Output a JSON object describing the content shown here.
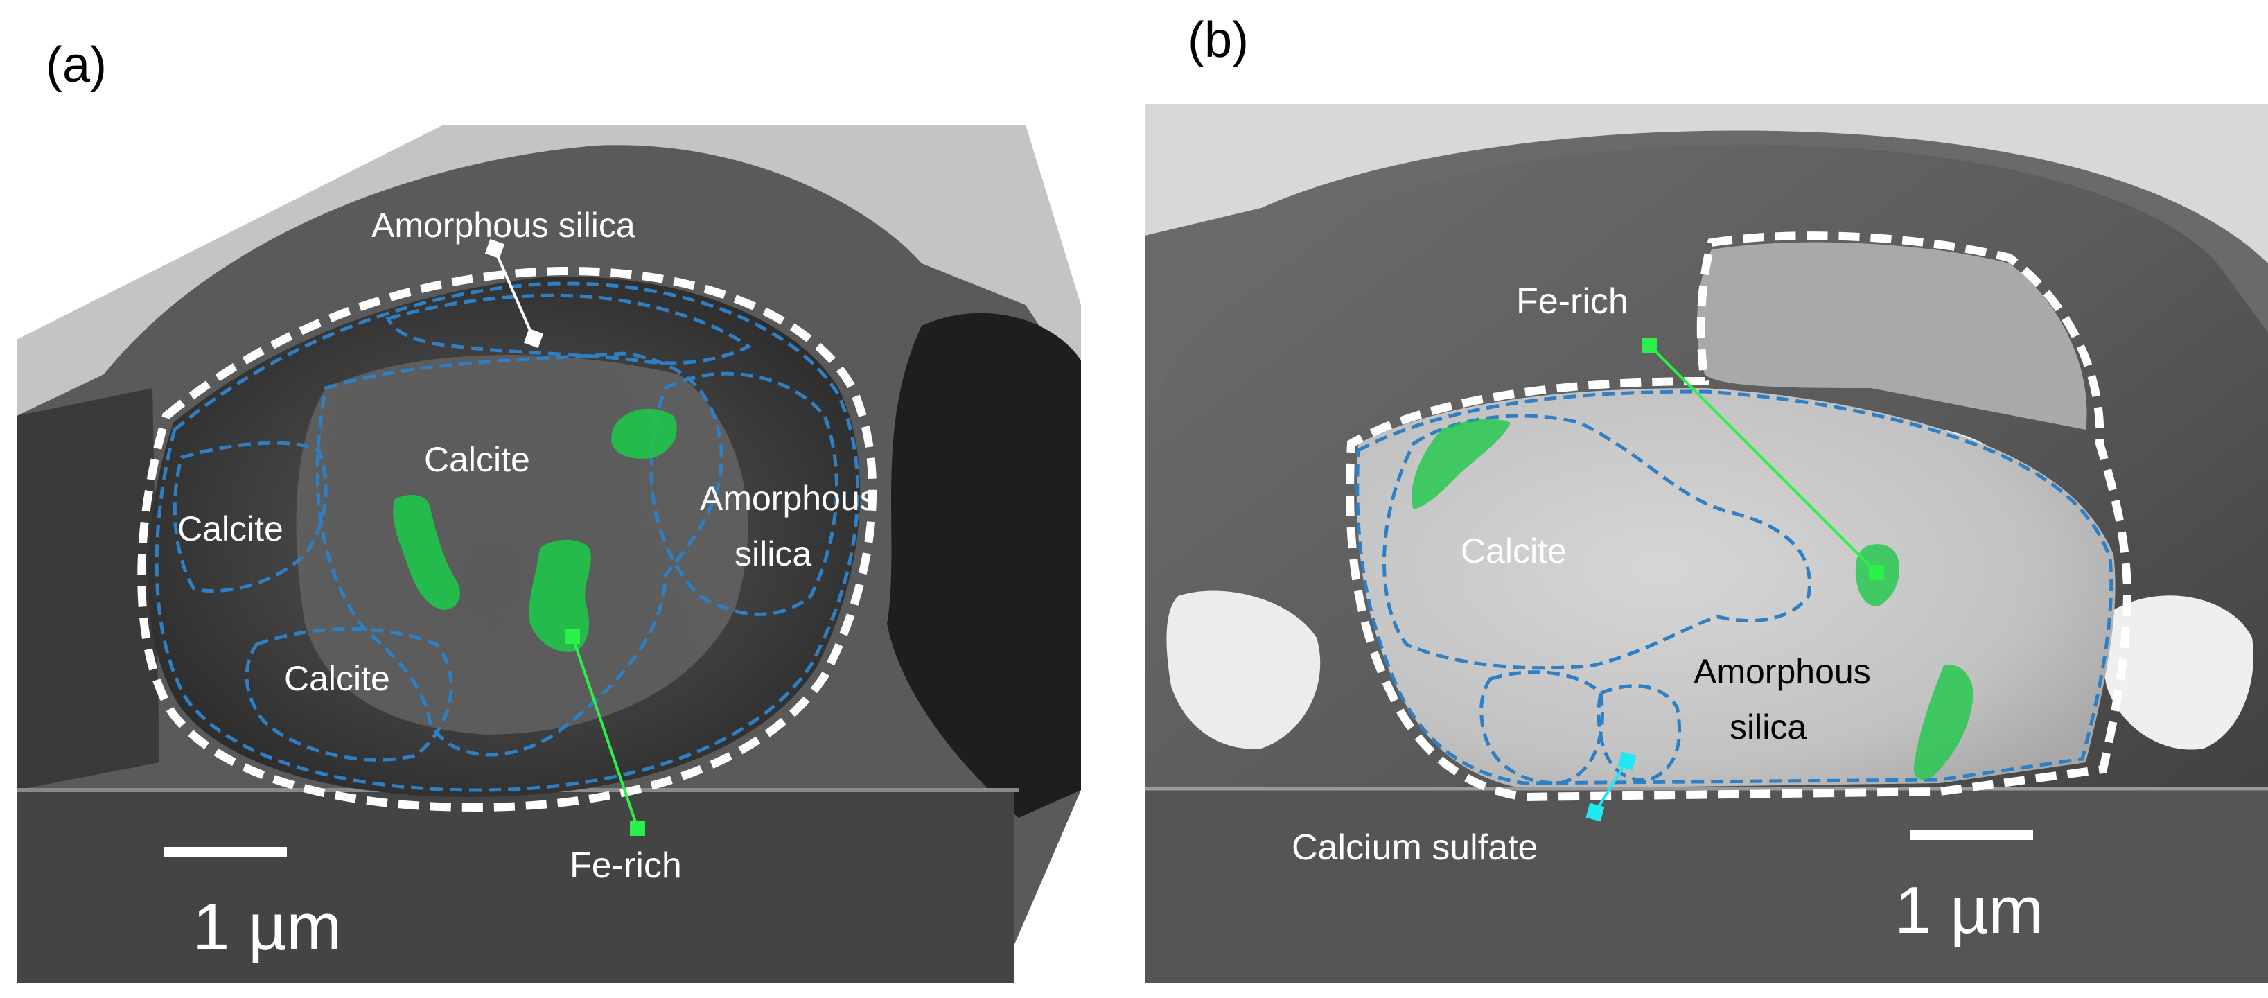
{
  "figure": {
    "panel_a": {
      "label": "(a)",
      "annotations": {
        "amorphous_silica_top": "Amorphous silica",
        "calcite_center": "Calcite",
        "calcite_left": "Calcite",
        "calcite_bottom": "Calcite",
        "amorphous_line1": "Amorphous",
        "amorphous_line2": "silica",
        "fe_rich": "Fe-rich"
      },
      "scale_bar": "1 µm"
    },
    "panel_b": {
      "label": "(b)",
      "annotations": {
        "fe_rich": "Fe-rich",
        "calcite": "Calcite",
        "amorphous_line1": "Amorphous",
        "amorphous_line2": "silica",
        "calcium_sulfate": "Calcium sulfate"
      },
      "scale_bar": "1 µm"
    },
    "colors": {
      "phase_outline": "#2e7fc4",
      "particle_outline": "#ffffff",
      "fe_rich": "#1ec84a",
      "calcium_sulfate": "#20e8f0"
    }
  }
}
